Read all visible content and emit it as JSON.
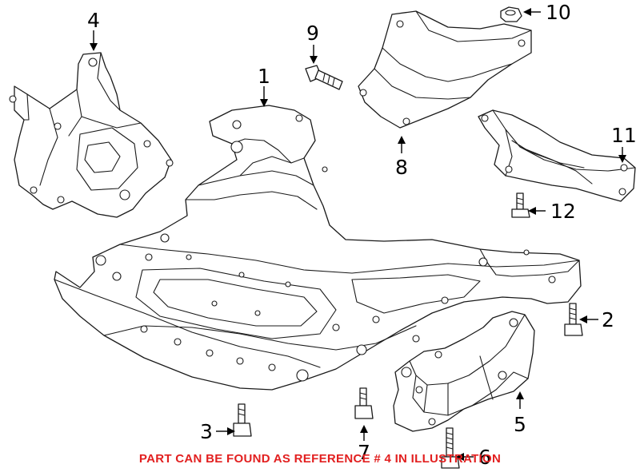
{
  "callouts": {
    "c1": "1",
    "c2": "2",
    "c3": "3",
    "c4": "4",
    "c5": "5",
    "c6": "6",
    "c7": "7",
    "c8": "8",
    "c9": "9",
    "c10": "10",
    "c11": "11",
    "c12": "12"
  },
  "footnote": "PART CAN BE FOUND AS REFERENCE # 4 IN ILLUSTRATION",
  "colors": {
    "footnote": "#e21f1f",
    "linework": "#1a1a1a",
    "background": "#ffffff"
  }
}
